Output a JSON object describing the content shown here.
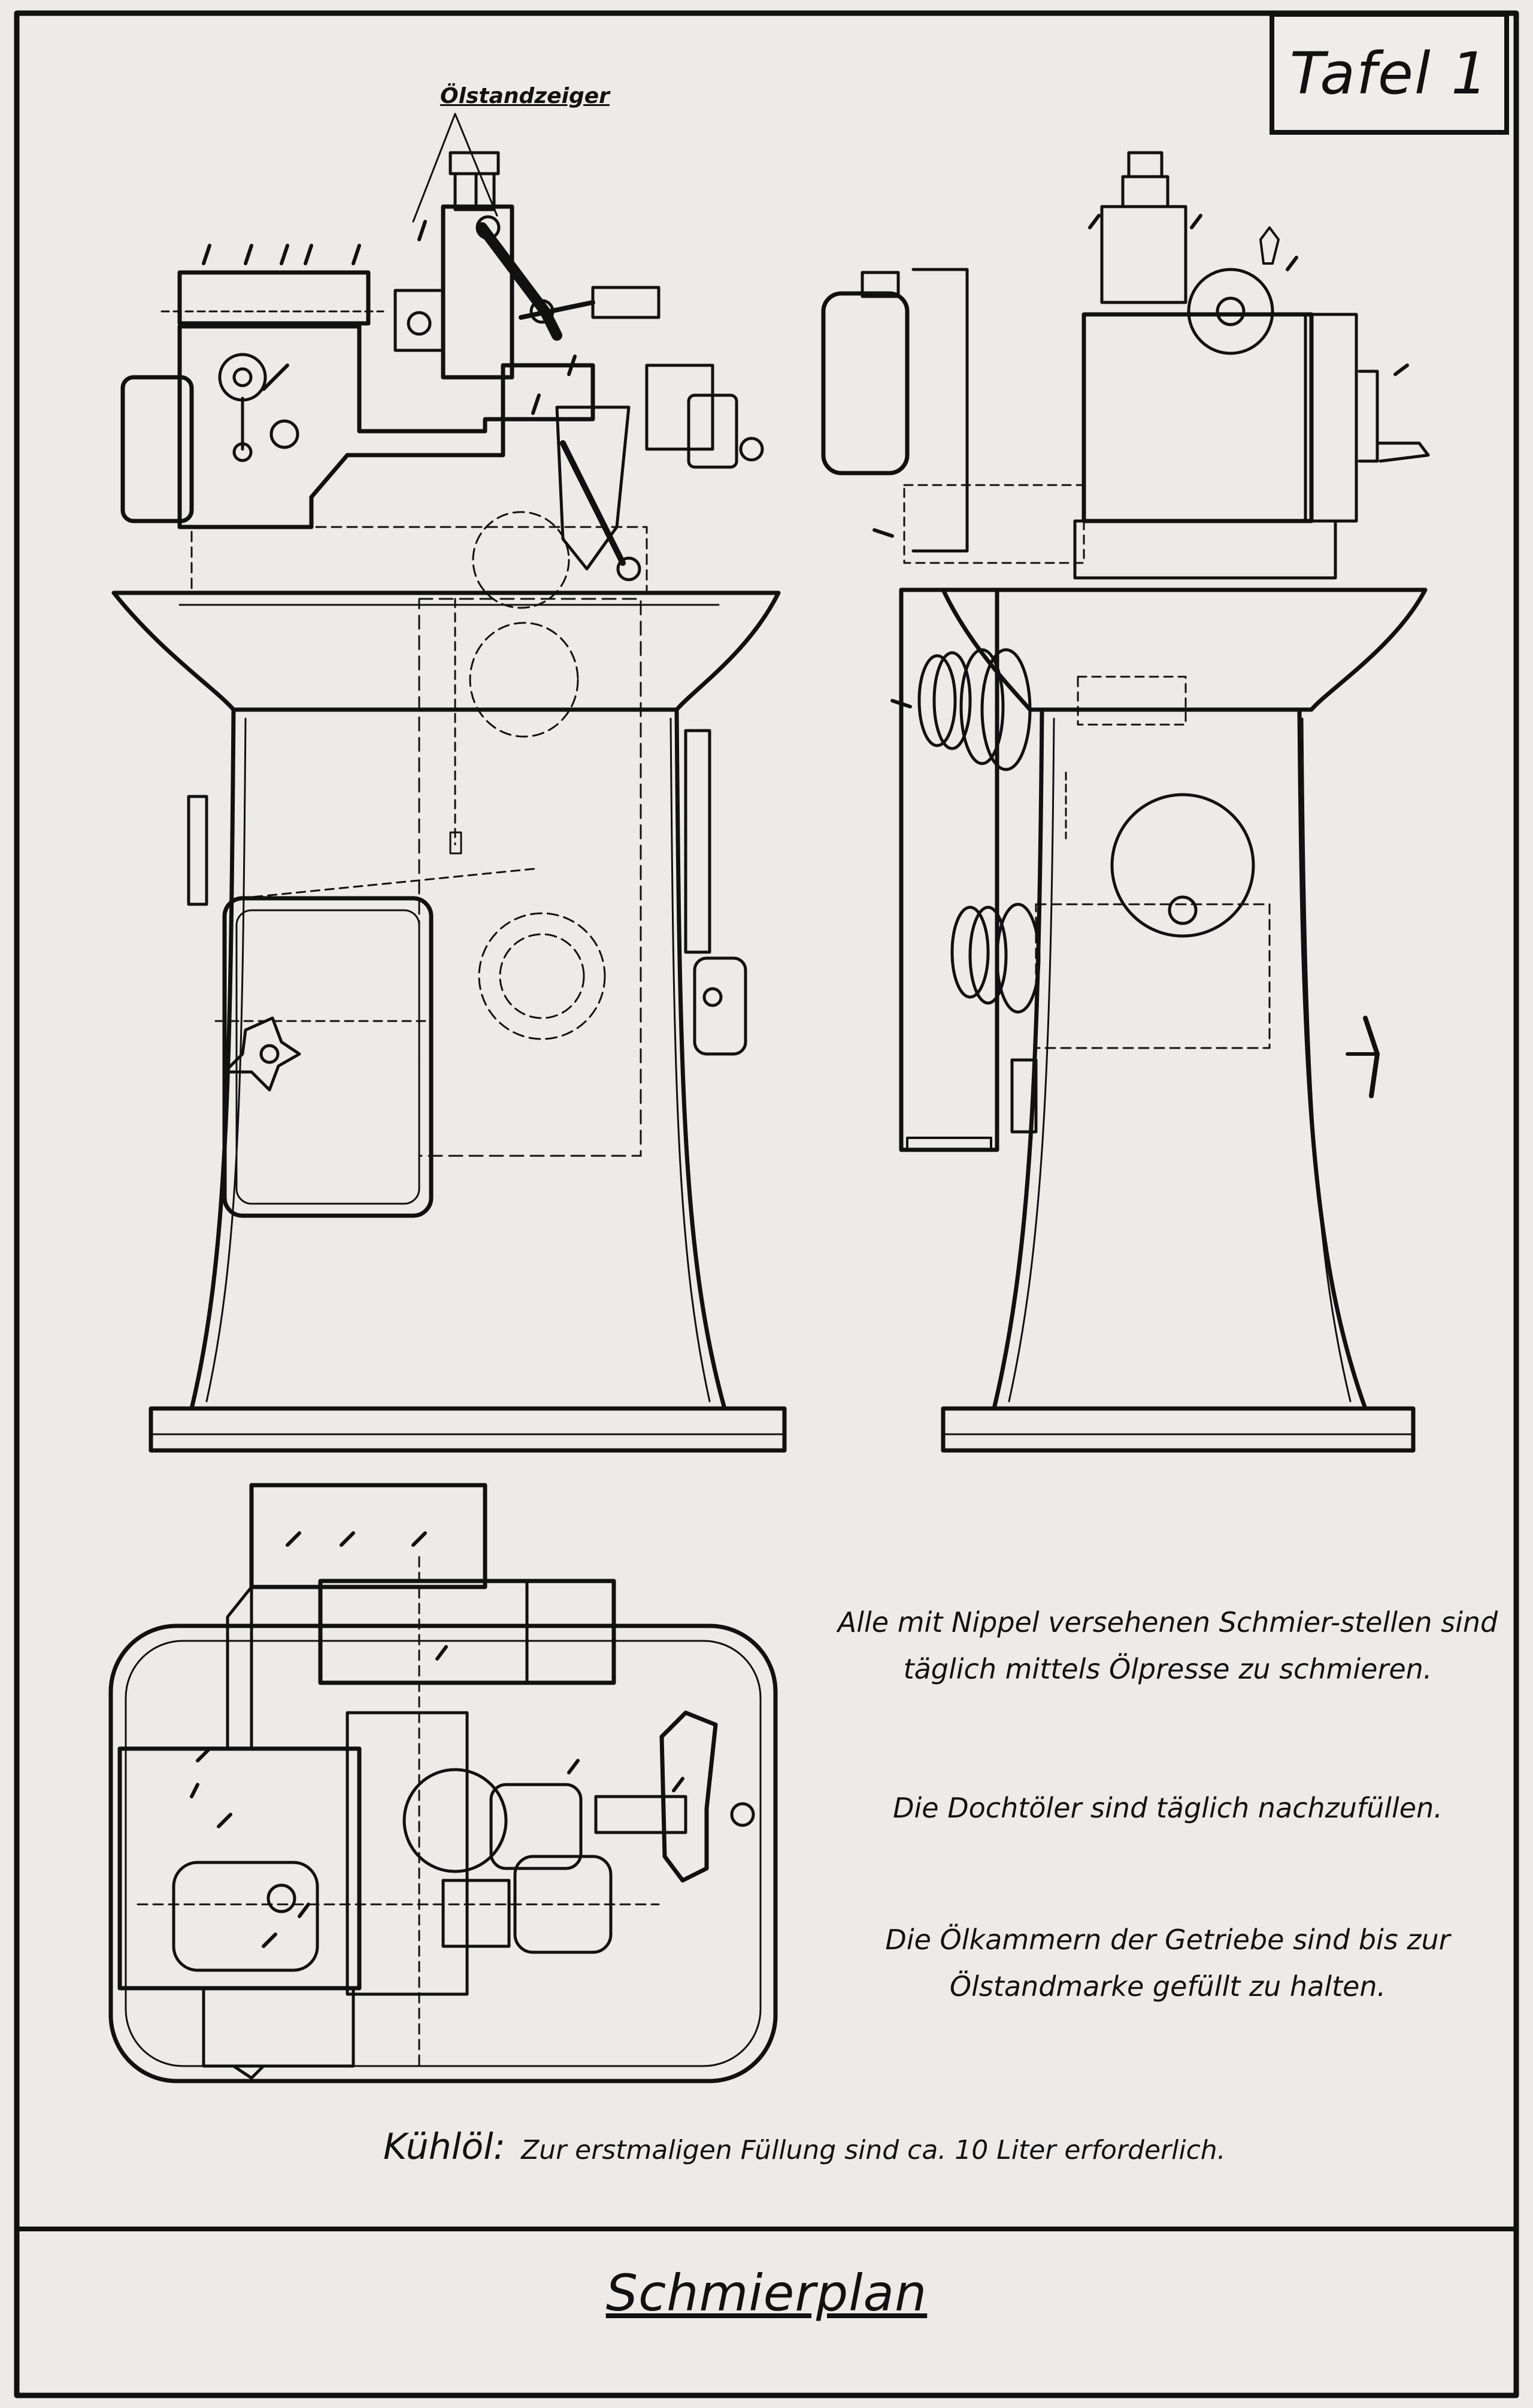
{
  "sheet_label": "Tafel 1",
  "callout": {
    "oil_level_indicator": "Ölstandzeiger"
  },
  "notes": {
    "nipple": "Alle mit Nippel versehenen Schmier-stellen sind täglich mittels Ölpresse zu schmieren.",
    "wick": "Die Dochtöler sind täglich nachzufüllen.",
    "chambers": "Die Ölkammern der Getriebe sind bis zur Ölstandmarke gefüllt zu halten."
  },
  "coolant": {
    "title": "Kühlöl:",
    "text": "Zur erstmaligen Füllung sind ca. 10 Liter erforderlich."
  },
  "title": "Schmierplan",
  "colors": {
    "paper": "#ecebe8",
    "ink": "#111111"
  }
}
